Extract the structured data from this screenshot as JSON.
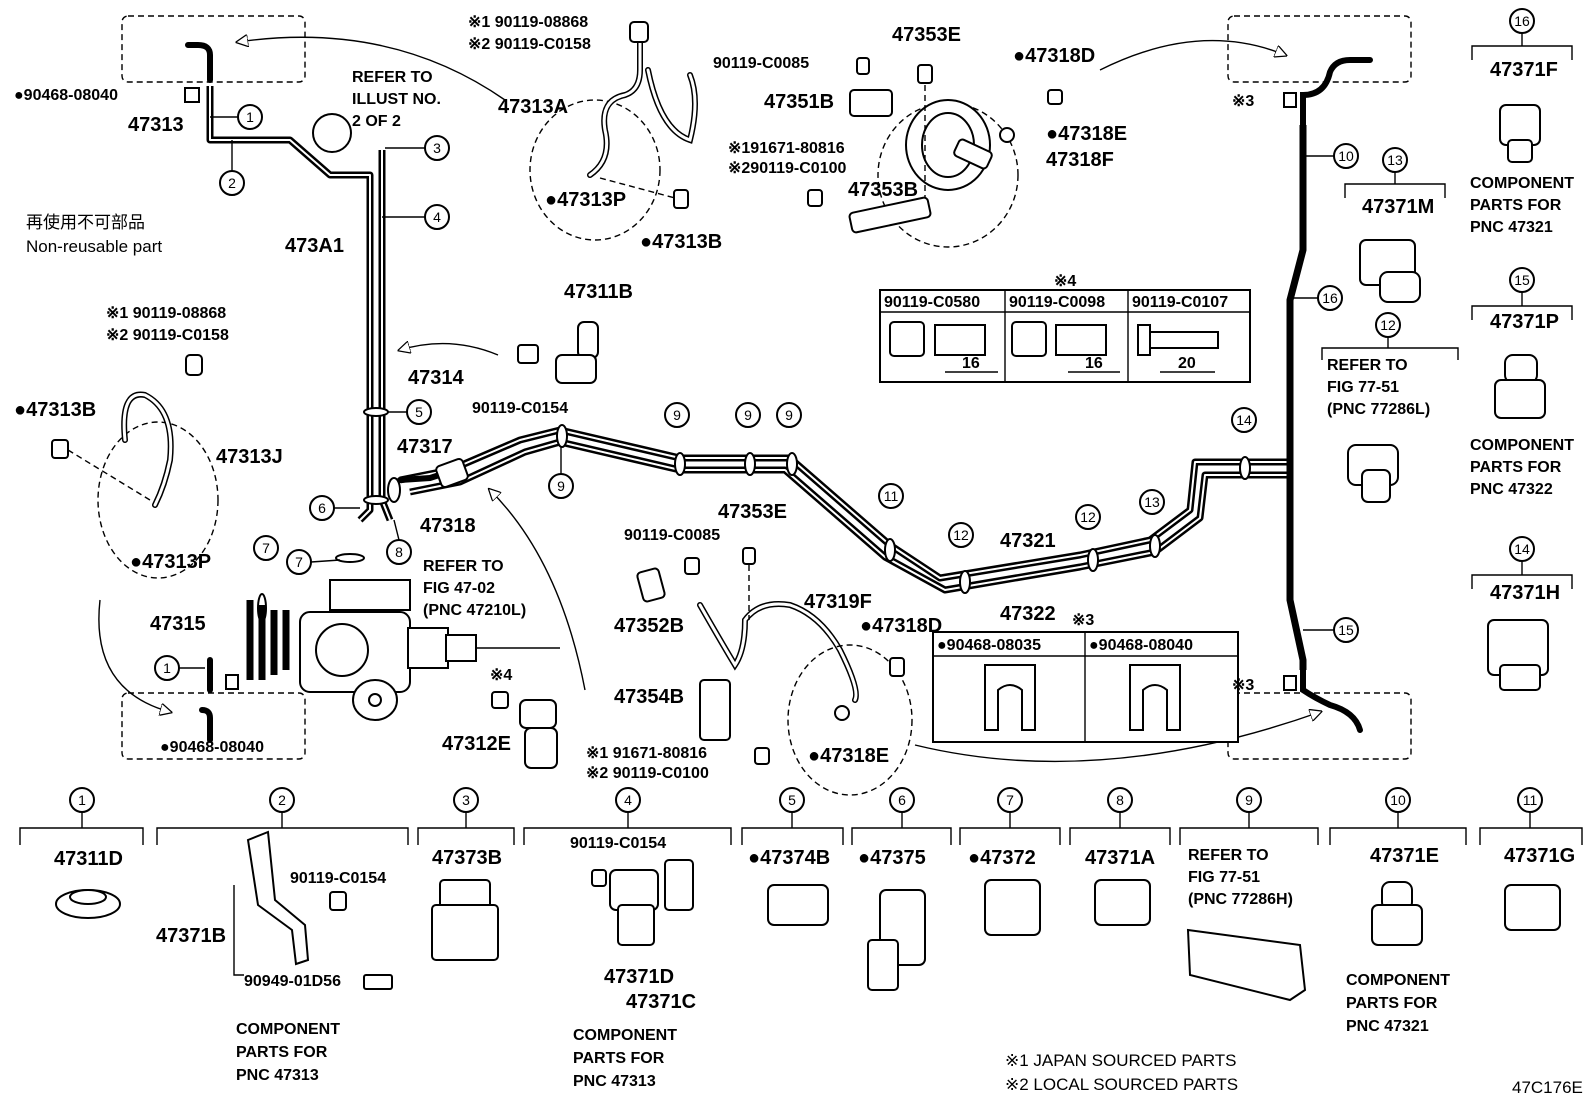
{
  "diagram_code": "47C176E",
  "legend": {
    "jp": "再使用不可部品",
    "en": "Non-reusable part"
  },
  "footnotes": {
    "f1": "※1 JAPAN SOURCED PARTS",
    "f2": "※2 LOCAL SOURCED PARTS"
  },
  "refs": {
    "illust_l1": "REFER TO",
    "illust_l2": "ILLUST NO.",
    "illust_l3": "2 OF 2",
    "fig4702_l1": "REFER TO",
    "fig4702_l2": "FIG 47-02",
    "fig4702_l3": "(PNC 47210L)",
    "fig7751l_l1": "REFER TO",
    "fig7751l_l2": "FIG 77-51",
    "fig7751l_l3": "(PNC 77286L)",
    "fig7751h_l1": "REFER TO",
    "fig7751h_l2": "FIG 77-51",
    "fig7751h_l3": "(PNC 77286H)"
  },
  "parts": {
    "p90468_08040_top": "●90468-08040",
    "p47313": "47313",
    "p473A1": "473A1",
    "p47313A": "47313A",
    "p47313P_top": "●47313P",
    "p47313B_top": "●47313B",
    "s1_top": "※1 90119-08868",
    "s2_top": "※2 90119-C0158",
    "p47311B": "47311B",
    "p90119_C0154_mid": "90119-C0154",
    "p47314": "47314",
    "s1_left": "※1 90119-08868",
    "s2_left": "※2 90119-C0158",
    "p47313B_left": "●47313B",
    "p47313J": "47313J",
    "p47313P_left": "●47313P",
    "p47317": "47317",
    "p47318": "47318",
    "p47315": "47315",
    "p90468_08040_bot": "●90468-08040",
    "s4_mark": "※4",
    "p47312E": "47312E",
    "p47353E_top": "47353E",
    "p90119_C0085_top": "90119-C0085",
    "p47351B": "47351B",
    "s1_mid": "※191671-80816",
    "s2_mid": "※290119-C0100",
    "p47353B": "47353B",
    "p47318D_top": "●47318D",
    "p47318E_top": "●47318E",
    "p47318F": "47318F",
    "p47353E_mid": "47353E",
    "p90119_C0085_mid": "90119-C0085",
    "p47352B": "47352B",
    "p47319F": "47319F",
    "p47354B": "47354B",
    "s1_low": "※1 91671-80816",
    "s2_low": "※2 90119-C0100",
    "p47318D_mid": "●47318D",
    "p47318E_mid": "●47318E",
    "p47321": "47321",
    "p47322": "47322",
    "s3_mark_mid": "※3",
    "s3_mark_top": "※3",
    "s3_mark_low": "※3"
  },
  "bolt_table": {
    "title": "※4",
    "headers": [
      "90119-C0580",
      "90119-C0098",
      "90119-C0107"
    ],
    "lengths": [
      "16",
      "16",
      "20"
    ]
  },
  "clip_table": {
    "headers": [
      "●90468-08035",
      "●90468-08040"
    ]
  },
  "right_column": [
    {
      "num": "16",
      "pn": "47371F",
      "note": [
        "COMPONENT",
        "PARTS FOR",
        "PNC 47321"
      ]
    },
    {
      "num": "15",
      "pn": "47371P",
      "note": [
        "COMPONENT",
        "PARTS FOR",
        "PNC 47322"
      ]
    },
    {
      "num": "14",
      "pn": "47371H",
      "note": []
    }
  ],
  "clip13": {
    "num": "13",
    "pn": "47371M"
  },
  "clip12": {
    "num": "12"
  },
  "bottom_row": [
    {
      "num": "1",
      "pn": "47311D"
    },
    {
      "num": "2",
      "pn": "47371B",
      "sub1": "90119-C0154",
      "sub2": "90949-01D56",
      "note": [
        "COMPONENT",
        "PARTS FOR",
        "PNC 47313"
      ]
    },
    {
      "num": "3",
      "pn": "47373B"
    },
    {
      "num": "4",
      "pn": "47371D",
      "pn2": "47371C",
      "sub1": "90119-C0154",
      "note": [
        "COMPONENT",
        "PARTS FOR",
        "PNC 47313"
      ]
    },
    {
      "num": "5",
      "pn": "●47374B"
    },
    {
      "num": "6",
      "pn": "●47375"
    },
    {
      "num": "7",
      "pn": "●47372"
    },
    {
      "num": "8",
      "pn": "47371A"
    },
    {
      "num": "9",
      "pn": ""
    },
    {
      "num": "10",
      "pn": "47371E",
      "note": [
        "COMPONENT",
        "PARTS FOR",
        "PNC 47321"
      ]
    },
    {
      "num": "11",
      "pn": "47371G"
    }
  ],
  "callouts": [
    "1",
    "2",
    "3",
    "4",
    "5",
    "6",
    "7",
    "8",
    "9",
    "10",
    "11",
    "12",
    "13",
    "14",
    "15",
    "16"
  ]
}
